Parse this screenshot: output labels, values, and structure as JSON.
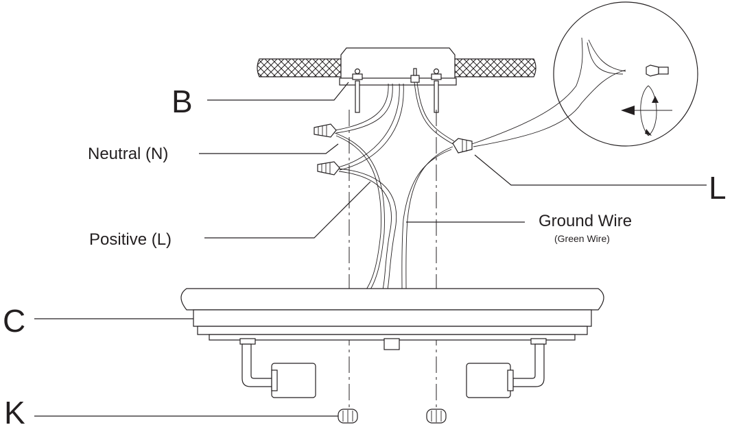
{
  "labels": {
    "b": "B",
    "c": "C",
    "k": "K",
    "l": "L",
    "neutral": "Neutral (N)",
    "positive": "Positive (L)",
    "ground": "Ground Wire",
    "ground_sub": "(Green Wire)"
  }
}
